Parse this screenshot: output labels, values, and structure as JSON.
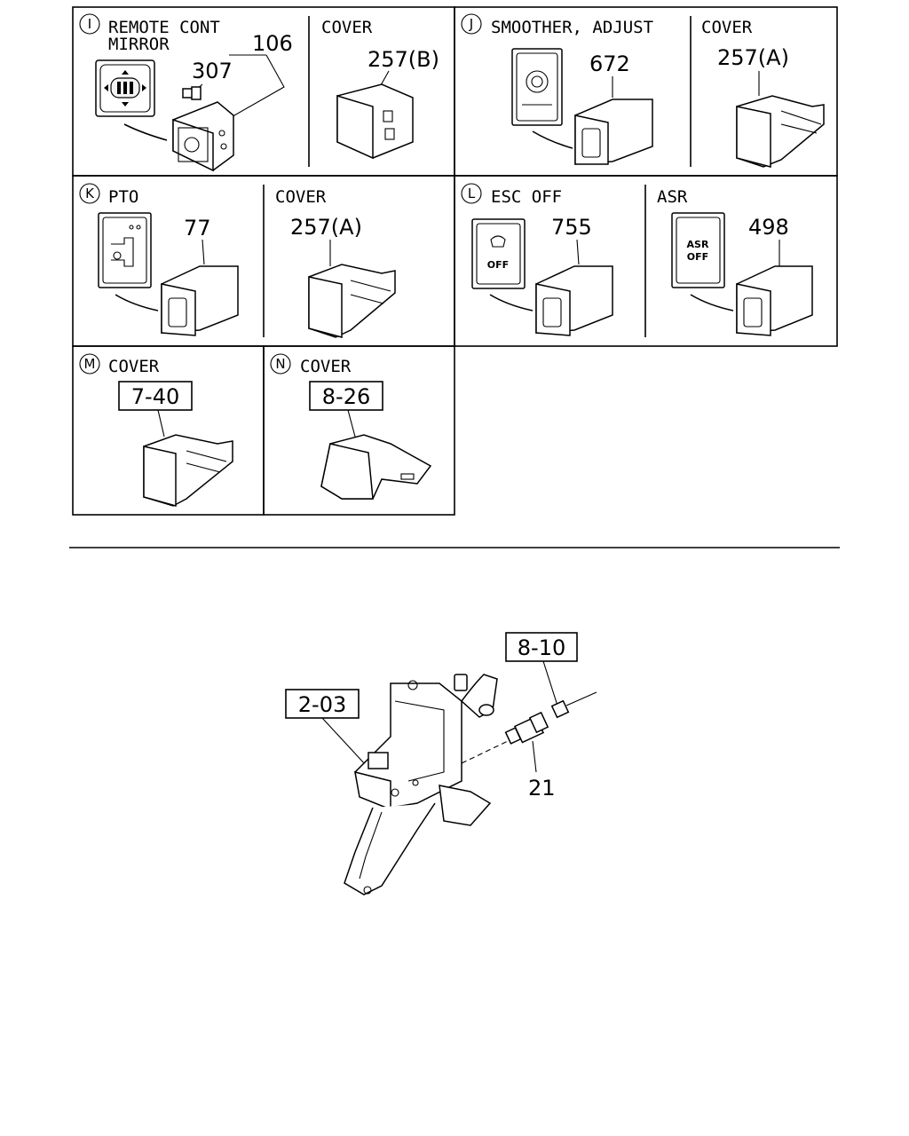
{
  "panels": [
    {
      "id": "I",
      "title_line1": "REMOTE CONT",
      "title_line2": "MIRROR",
      "parts": [
        "106",
        "307"
      ]
    },
    {
      "id": "I-cover",
      "title": "COVER",
      "parts": [
        "257(B)"
      ]
    },
    {
      "id": "J",
      "title": "SMOOTHER, ADJUST",
      "parts": [
        "672"
      ]
    },
    {
      "id": "J-cover",
      "title": "COVER",
      "parts": [
        "257(A)"
      ]
    },
    {
      "id": "K",
      "title": "PTO",
      "parts": [
        "77"
      ]
    },
    {
      "id": "K-cover",
      "title": "COVER",
      "parts": [
        "257(A)"
      ]
    },
    {
      "id": "L",
      "title": "ESC OFF",
      "parts": [
        "755"
      ],
      "badge_text": "OFF"
    },
    {
      "id": "L-asr",
      "title": "ASR",
      "parts": [
        "498"
      ],
      "badge_line1": "ASR",
      "badge_line2": "OFF"
    },
    {
      "id": "M",
      "title": "COVER",
      "ref": "7-40"
    },
    {
      "id": "N",
      "title": "COVER",
      "ref": "8-26"
    }
  ],
  "lower": {
    "refs": [
      "8-10",
      "2-03"
    ],
    "parts": [
      "21"
    ]
  }
}
